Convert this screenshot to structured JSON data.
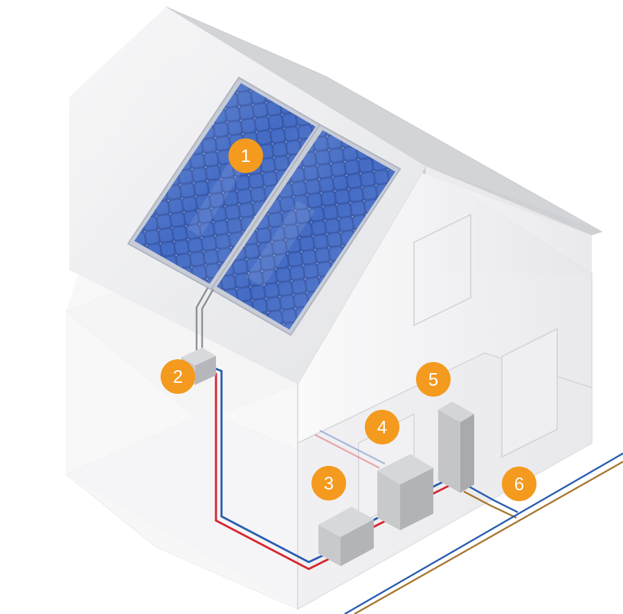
{
  "colors": {
    "marker": "#f39a1f",
    "marker_text": "#ffffff",
    "hot_line": "#d7262d",
    "cold_line": "#2a5db0",
    "ground_line": "#a9772f",
    "panel_cell": "#2c4fa8",
    "panel_frame": "#c9ced6",
    "wall": "#f1f1f3",
    "roof": "#d9dadd",
    "unit": "#c4c5c7"
  },
  "markers": [
    {
      "id": "1",
      "label": "1"
    },
    {
      "id": "2",
      "label": "2"
    },
    {
      "id": "3",
      "label": "3"
    },
    {
      "id": "4",
      "label": "4"
    },
    {
      "id": "5",
      "label": "5"
    },
    {
      "id": "6",
      "label": "6"
    }
  ],
  "icons": [
    "solar-panel-icon",
    "inverter-box-icon",
    "storage-unit-icon",
    "heat-pump-unit-icon",
    "meter-cabinet-icon",
    "grid-connection-icon"
  ]
}
